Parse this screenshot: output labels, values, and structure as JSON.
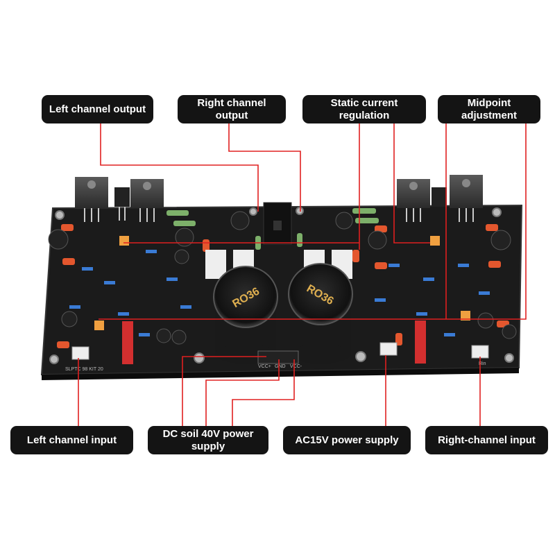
{
  "callouts_top": [
    {
      "id": "left-channel-output",
      "label": "Left channel output"
    },
    {
      "id": "right-channel-output",
      "label": "Right channel\noutput"
    },
    {
      "id": "static-current-regulation",
      "label": "Static current regulation"
    },
    {
      "id": "midpoint-adjustment",
      "label": "Midpoint\nadjustment"
    }
  ],
  "callouts_bottom": [
    {
      "id": "left-channel-input",
      "label": "Left channel input"
    },
    {
      "id": "dc-power-supply",
      "label": "DC soil 40V power\nsupply"
    },
    {
      "id": "ac-power-supply",
      "label": "AC15V power supply"
    },
    {
      "id": "right-channel-input",
      "label": "Right-channel input"
    }
  ],
  "board": {
    "capacitor_labels": [
      "RO36",
      "RO36"
    ],
    "connector_labels": [
      "VCC+",
      "GND",
      "VCC-",
      "Rin"
    ],
    "silkscreen": "SLPTC 98 KIT  20"
  },
  "colors": {
    "callout_bg": "#141414",
    "leader_line": "#e02020",
    "pcb": "#1a1a1a"
  }
}
